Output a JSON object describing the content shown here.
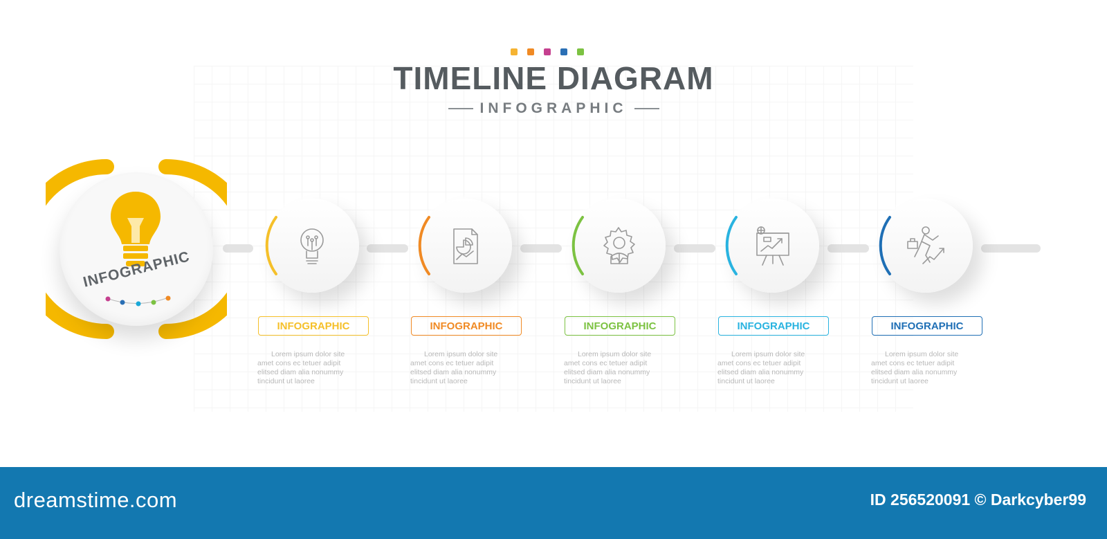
{
  "header": {
    "title": "TIMELINE DIAGRAM",
    "subtitle": "INFOGRAPHIC",
    "dot_colors": [
      "#f5b332",
      "#f08a24",
      "#c5408f",
      "#2a6fb5",
      "#7cc242"
    ]
  },
  "hero": {
    "label": "INFOGRAPHIC",
    "color": "#f5b800",
    "icon": "lightbulb-icon",
    "dot_colors": [
      "#c5408f",
      "#2a6fb5",
      "#1aa8d8",
      "#7cc242",
      "#f08a24"
    ]
  },
  "steps": [
    {
      "label": "INFOGRAPHIC",
      "color": "#f5c02a",
      "icon": "lightbulb-circuit-icon",
      "text": [
        "Lorem ipsum dolor site",
        "amet cons ec tetuer adipit",
        "elitsed diam alia nonummy",
        "tincidunt ut laoree"
      ]
    },
    {
      "label": "INFOGRAPHIC",
      "color": "#f08a24",
      "icon": "report-chart-icon",
      "text": [
        "Lorem ipsum dolor site",
        "amet cons ec tetuer adipit",
        "elitsed diam alia nonummy",
        "tincidunt ut laoree"
      ]
    },
    {
      "label": "INFOGRAPHIC",
      "color": "#7cc242",
      "icon": "gear-person-icon",
      "text": [
        "Lorem ipsum dolor site",
        "amet cons ec tetuer adipit",
        "elitsed diam alia nonummy",
        "tincidunt ut laoree"
      ]
    },
    {
      "label": "INFOGRAPHIC",
      "color": "#29b3e0",
      "icon": "presentation-board-icon",
      "text": [
        "Lorem ipsum dolor site",
        "amet cons ec tetuer adipit",
        "elitsed diam alia nonummy",
        "tincidunt ut laoree"
      ]
    },
    {
      "label": "INFOGRAPHIC",
      "color": "#1f6fb5",
      "icon": "businessman-growth-icon",
      "text": [
        "Lorem ipsum dolor site",
        "amet cons ec tetuer adipit",
        "elitsed diam alia nonummy",
        "tincidunt ut laoree"
      ]
    }
  ],
  "footer": {
    "logo": "dreamstime.com",
    "id_text": "ID 256520091 © Darkcyber99"
  }
}
